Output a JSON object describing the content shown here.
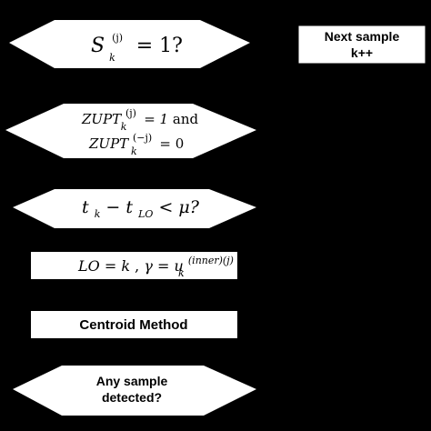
{
  "flowchart": {
    "decision_1": {
      "var": "S",
      "sup": "(j)",
      "sub": "k",
      "rest": " = 1?"
    },
    "next_sample": {
      "line1": "Next sample",
      "line2": "k++"
    },
    "decision_2": {
      "line1_var": "ZUPT",
      "line1_sup": "(j)",
      "line1_sub": "k",
      "line1_eq": " =",
      "line1_num": "1",
      "line1_and": " and",
      "line2_var": "ZUPT",
      "line2_sup": "(−j)",
      "line2_sub": "k",
      "line2_rest": " = 0"
    },
    "decision_3": {
      "t": "t",
      "sub_k": "k",
      "minus": " − ",
      "sub_lo": "LO",
      "lt": " < ",
      "mu": "μ?"
    },
    "assign_box": {
      "lhs": "LO",
      "eq": " = ",
      "k": "k",
      "comma": ",",
      "gamma": "γ",
      "eq2": "=",
      "u": "u",
      "sup": "(inner)(j)",
      "sub": "k"
    },
    "centroid_box": {
      "label": "Centroid Method"
    },
    "decision_4": {
      "line1": "Any sample",
      "line2": "detected?"
    }
  }
}
